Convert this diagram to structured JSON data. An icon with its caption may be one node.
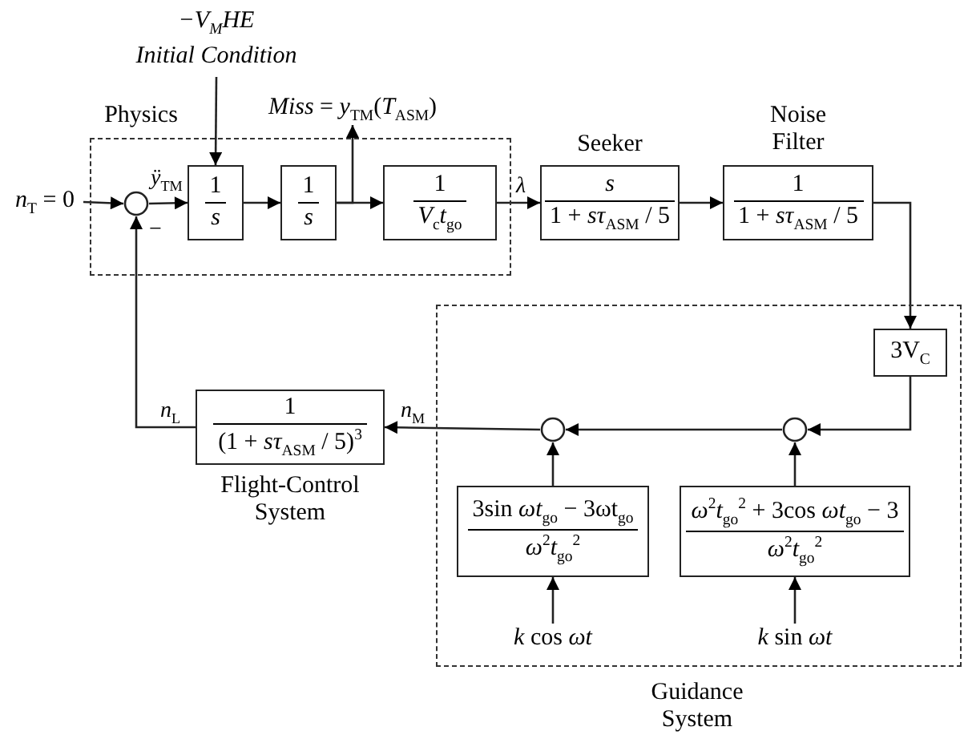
{
  "diagram": {
    "nodes": [
      {
        "text": [
          "Physics"
        ]
      },
      {
        "text": [
          "*n*$_{T}$ = 0"
        ]
      },
      {
        "text": [],
        "shape": "circle",
        "in": 0,
        "beside": [
          "−"
        ]
      },
      {
        "text": [
          "1",
          "*s*"
        ],
        "in": 0
      },
      {
        "text": [
          "−V$_{M}$HE",
          "Initial Condition"
        ]
      },
      {
        "text": [
          "1",
          "*s*"
        ],
        "in": 0
      },
      {
        "text": [
          "*Miss* = *y*$_{TM}$(*T*$_{ASM}$)"
        ]
      },
      {
        "text": [
          "1",
          "*V*$_{c}$*t*$_{go}$"
        ],
        "in": 0
      },
      {
        "text": [
          "Seeker",
          "*s*",
          "1 + *sτ*$_{ASM}$ / 5"
        ]
      },
      {
        "text": [
          "Noise Filter",
          "1",
          "1 + *sτ*$_{ASM}$ / 5"
        ]
      },
      {
        "text": [
          "Guidance System"
        ]
      },
      {
        "text": [
          "3V$_{C}$"
        ],
        "in": 10
      },
      {
        "text": [],
        "shape": "circle",
        "in": 10
      },
      {
        "text": [],
        "shape": "circle",
        "in": 10
      },
      {
        "text": [
          "3sin *ωt*$_{go}$ − 3ωt$_{go}$",
          "*ω*$^{2}$*t*$_{go}$$^{2}$"
        ],
        "in": 10
      },
      {
        "text": [
          "*ω*$^{2}$*t*$_{go}$$^{2}$ + 3cos *ωt*$_{go}$ − 3",
          "*ω*$^{2}$*t*$_{go}$$^{2}$"
        ],
        "in": 10
      },
      {
        "text": [
          "*k* cos *ωt*"
        ],
        "in": 10
      },
      {
        "text": [
          "*k* sin *ωt*"
        ],
        "in": 10
      },
      {
        "text": [
          "1",
          "(1 + *sτ*$_{ASM}$ / 5)$^{3}$",
          "Flight-Control System"
        ]
      }
    ],
    "edges": [
      {
        "from": 1,
        "to": 2,
        "arrow": "to"
      },
      {
        "from": 2,
        "to": 3,
        "arrow": "to",
        "label": "*ÿ*$_{TM}$"
      },
      {
        "from": 4,
        "to": 3,
        "arrow": "to"
      },
      {
        "from": 3,
        "to": 5,
        "arrow": "to"
      },
      {
        "from": 5,
        "to": 7,
        "arrow": "to"
      },
      {
        "from": 5,
        "to": 6,
        "arrow": "to"
      },
      {
        "from": 7,
        "to": 8,
        "arrow": "to",
        "label": "*λ*"
      },
      {
        "from": 8,
        "to": 9,
        "arrow": "to"
      },
      {
        "from": 9,
        "to": 11,
        "arrow": "to"
      },
      {
        "from": 11,
        "to": 13,
        "arrow": "to"
      },
      {
        "from": 13,
        "to": 12,
        "arrow": "to"
      },
      {
        "from": 15,
        "to": 13,
        "arrow": "to"
      },
      {
        "from": 17,
        "to": 15,
        "arrow": "to"
      },
      {
        "from": 14,
        "to": 12,
        "arrow": "to"
      },
      {
        "from": 16,
        "to": 14,
        "arrow": "to"
      },
      {
        "from": 12,
        "to": 18,
        "arrow": "to",
        "label": "*n*$_{M}$"
      },
      {
        "from": 18,
        "to": 2,
        "arrow": "to",
        "label": "*n*$_{L}$"
      }
    ]
  }
}
